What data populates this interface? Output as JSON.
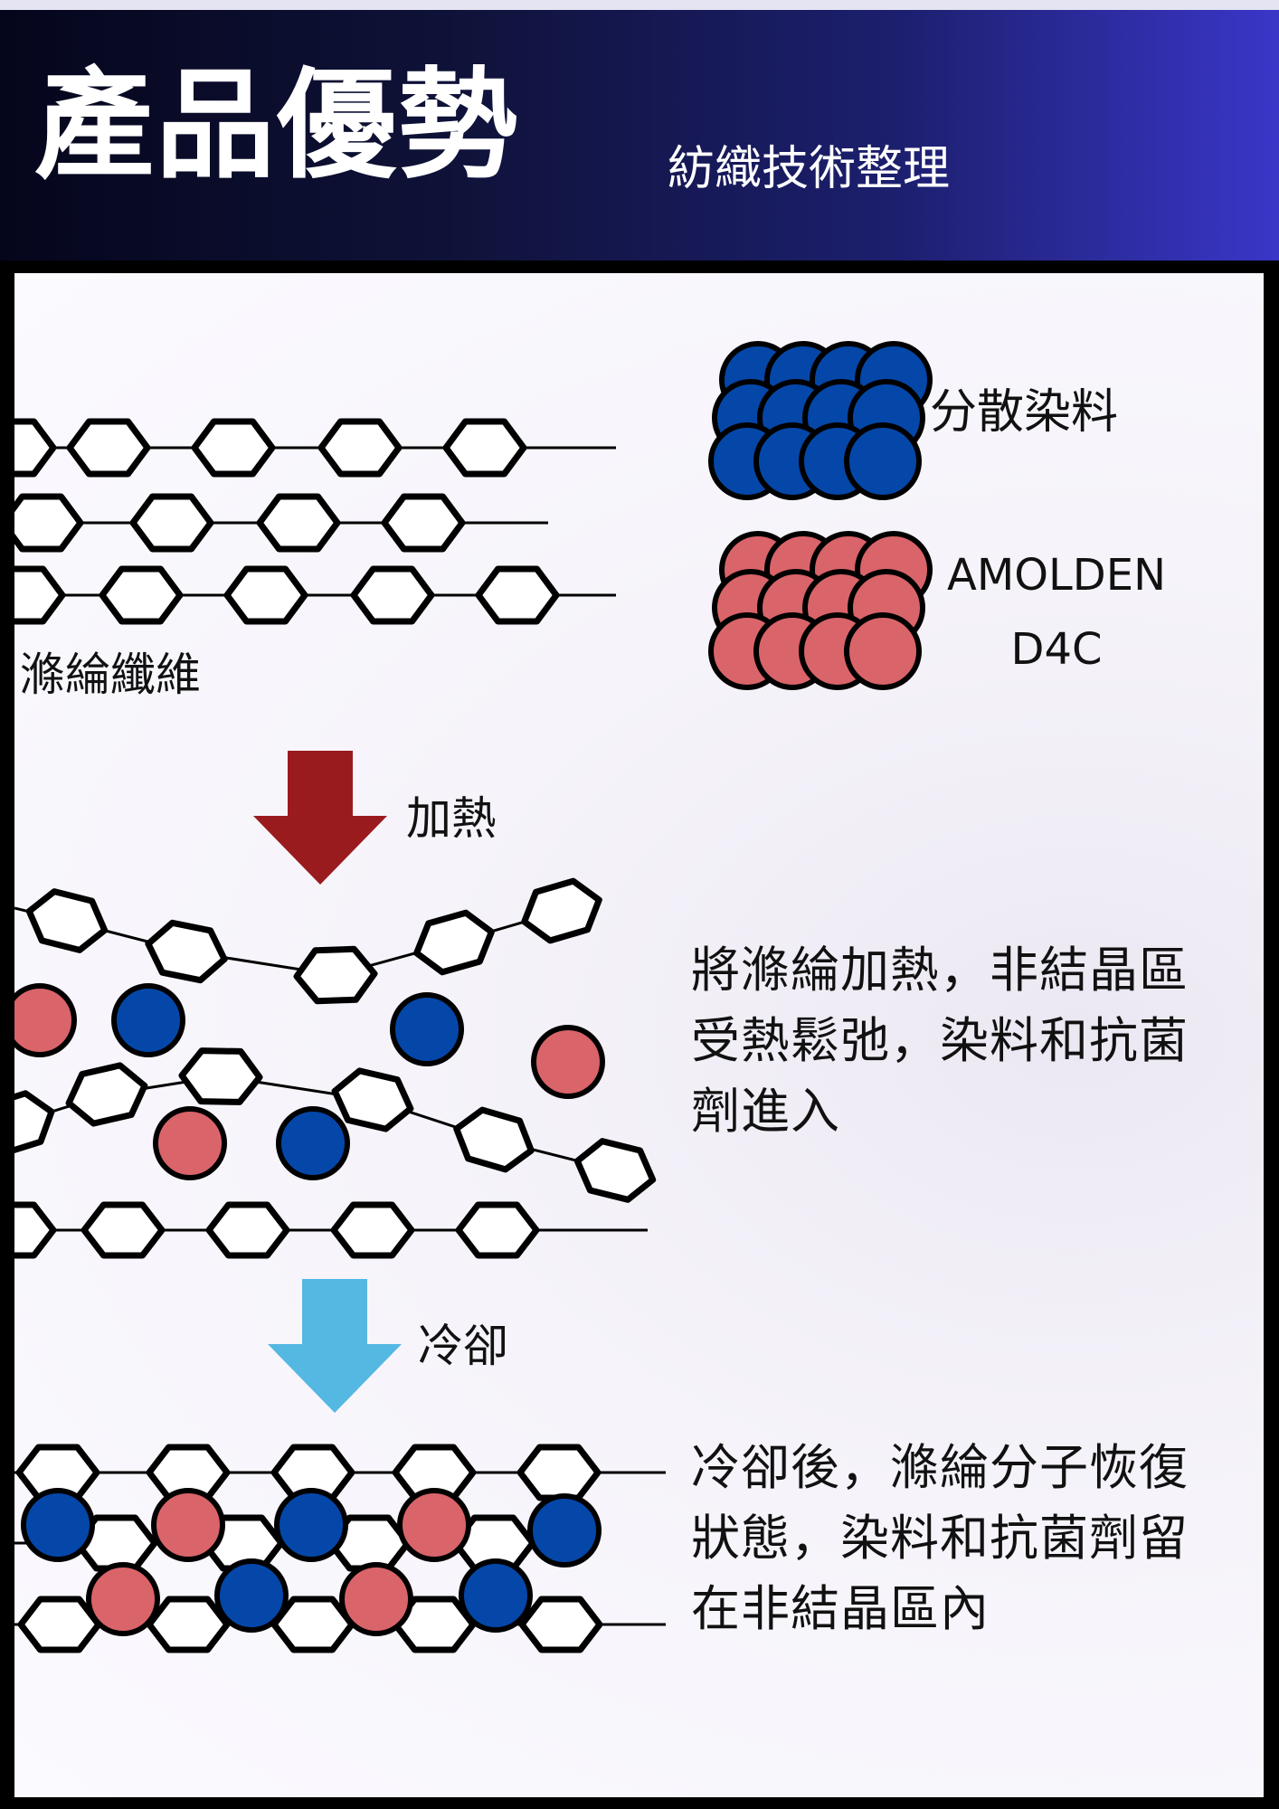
{
  "header": {
    "title": "產品優勢",
    "subtitle": "紡織技術整理"
  },
  "legend": {
    "disperse_dye": {
      "label": "分散染料",
      "color": "#0447a8"
    },
    "amolden": {
      "label_line1": "AMOLDEN",
      "label_line2": "D4C",
      "color": "#d9646a"
    }
  },
  "fiber_label": "滌綸纖維",
  "steps": {
    "heat": {
      "label": "加熱",
      "color": "#9a1b1e"
    },
    "cool": {
      "label": "冷卻",
      "color": "#55b8e2"
    }
  },
  "descriptions": {
    "heat": "將滌綸加熱，非結晶區受熱鬆弛，染料和抗菌劑進入",
    "cool": "冷卻後，滌綸分子恢復狀態，染料和抗菌劑留在非結晶區內"
  },
  "icons": {
    "heat_arrow": "arrow-down-icon",
    "cool_arrow": "arrow-down-icon"
  }
}
